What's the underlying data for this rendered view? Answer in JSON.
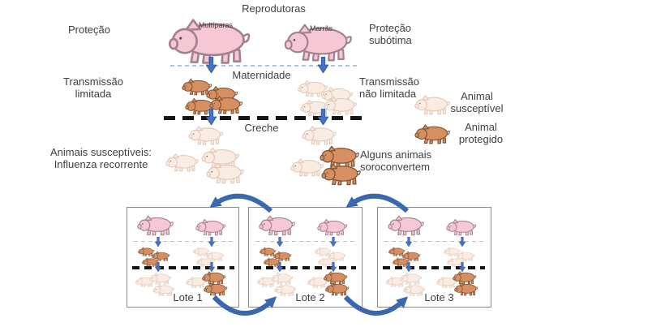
{
  "diagram": {
    "title": "Reprodutoras",
    "left_labels": {
      "protection": "Proteção",
      "transmission_limited": "Transmissão\nlimitada",
      "susceptible": "Animais susceptíveis:\nInfluenza recorrente"
    },
    "right_labels": {
      "suboptimal_protection": "Proteção\nsubótima",
      "transmission_unlimited": "Transmissão\nnão limitada",
      "seroconvert": "Alguns animais\nsoroconvertem"
    },
    "stages": {
      "maternity": "Maternidade",
      "nursery": "Creche"
    },
    "sows": {
      "multiparous": "Multíparas",
      "gilts": "Marrãs"
    },
    "legend": {
      "susceptible": "Animal\nsusceptível",
      "protected": "Animal\nprotegido"
    },
    "lots": [
      {
        "label": "Lote 1"
      },
      {
        "label": "Lote 2"
      },
      {
        "label": "Lote 3"
      }
    ],
    "colors": {
      "sow_pink": "#f6c7d5",
      "protected_orange": "#d78f62",
      "susceptible_pale": "#f8ece3",
      "block_arrow_blue": "#4472c4",
      "flow_arrow_blue": "#3a67ae",
      "text": "#404040"
    }
  }
}
